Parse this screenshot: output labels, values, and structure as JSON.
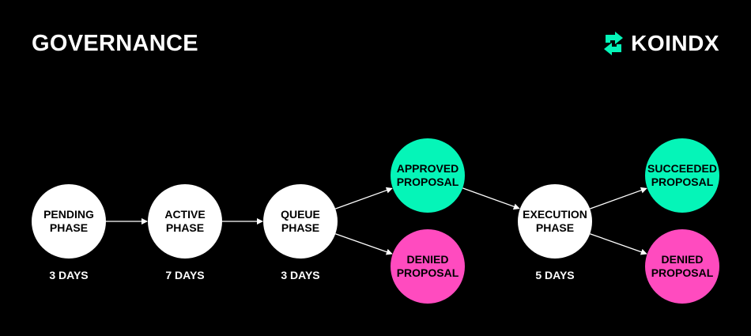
{
  "header": {
    "title": "GOVERNANCE",
    "brand": "KOINDX"
  },
  "colors": {
    "background": "#000000",
    "node_default": "#ffffff",
    "node_success": "#05f5b8",
    "node_denied": "#ff4bbf",
    "brand_accent": "#05f5b8"
  },
  "nodes": [
    {
      "id": "pending",
      "label": "PENDING\nPHASE",
      "duration": "3 DAYS"
    },
    {
      "id": "active",
      "label": "ACTIVE\nPHASE",
      "duration": "7 DAYS"
    },
    {
      "id": "queue",
      "label": "QUEUE\nPHASE",
      "duration": "3 DAYS"
    },
    {
      "id": "approved",
      "label": "APPROVED\nPROPOSAL"
    },
    {
      "id": "denied1",
      "label": "DENIED\nPROPOSAL"
    },
    {
      "id": "execution",
      "label": "EXECUTION\nPHASE",
      "duration": "5 DAYS"
    },
    {
      "id": "succeeded",
      "label": "SUCCEEDED\nPROPOSAL"
    },
    {
      "id": "denied2",
      "label": "DENIED\nPROPOSAL"
    }
  ],
  "edges": [
    [
      "pending",
      "active"
    ],
    [
      "active",
      "queue"
    ],
    [
      "queue",
      "approved"
    ],
    [
      "queue",
      "denied1"
    ],
    [
      "approved",
      "execution"
    ],
    [
      "execution",
      "succeeded"
    ],
    [
      "execution",
      "denied2"
    ]
  ]
}
